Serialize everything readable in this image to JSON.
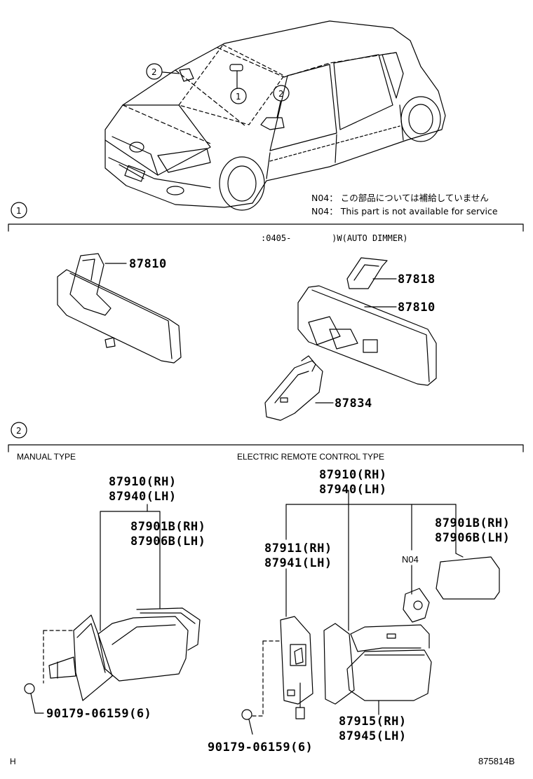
{
  "notes": {
    "jp": "N04： この部品については補給していません",
    "en": "N04： This part is not available for service"
  },
  "callouts": {
    "one": "1",
    "two": "2"
  },
  "section1": {
    "header": ":0405-        )W(AUTO DIMMER)",
    "parts": {
      "left_mirror": "87810",
      "holder": "87818",
      "right_mirror": "87810",
      "cover": "87834"
    }
  },
  "section2": {
    "manual_title": "MANUAL TYPE",
    "electric_title": "ELECTRIC REMOTE CONTROL TYPE",
    "manual": {
      "assy_rh": "87910(RH)",
      "assy_lh": "87940(LH)",
      "glass_rh": "87901B(RH)",
      "glass_lh": "87906B(LH)",
      "screw": "90179-06159(6)"
    },
    "electric": {
      "assy_rh": "87910(RH)",
      "assy_lh": "87940(LH)",
      "base_rh": "87911(RH)",
      "base_lh": "87941(LH)",
      "motor": "N04",
      "glass_rh": "87901B(RH)",
      "glass_lh": "87906B(LH)",
      "cover_rh": "87915(RH)",
      "cover_lh": "87945(LH)",
      "screw": "90179-06159(6)"
    }
  },
  "footer": {
    "left": "H",
    "right": "875814B"
  }
}
